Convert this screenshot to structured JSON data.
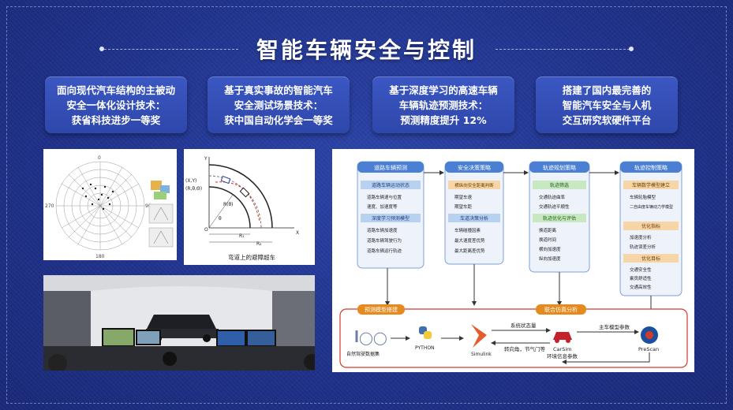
{
  "title": "智能车辆安全与控制",
  "cards": [
    {
      "lines": [
        "面向现代汽车结构的主被动",
        "安全一体化设计技术：",
        "获省科技进步一等奖"
      ]
    },
    {
      "lines": [
        "基于真实事故的智能汽车",
        "安全测试场景技术：",
        "获中国自动化学会一等奖"
      ]
    },
    {
      "lines": [
        "基于深度学习的高速车辆",
        "车辆轨迹预测技术：",
        "预测精度提升 12%"
      ]
    },
    {
      "lines": [
        "搭建了国内最完善的",
        "智能汽车安全与人机",
        "交互研究软硬件平台"
      ]
    }
  ],
  "road_figure": {
    "caption": "弯道上的避障超车",
    "labels": {
      "y": "Y",
      "x": "X",
      "origin": "O",
      "p1": "(X,Y)",
      "p2": "(R,θ,Θ)",
      "r": "R(θ)",
      "theta": "θ",
      "r1": "R₁",
      "r2": "R₂"
    }
  },
  "polar_figure": {
    "labels": {
      "top": "0",
      "right": "90",
      "left": "270",
      "bottom": "180"
    }
  },
  "diagram": {
    "columns": [
      {
        "header": "道路车辆预测",
        "sections": [
          {
            "title": "道路车辆运动状态",
            "items": [
              "道路车辆速与位置",
              "速度、加速度等"
            ]
          },
          {
            "title": "深度学习预测模型",
            "items": [
              "道路车辆加速度",
              "道路车辆驾驶行为",
              "道路车辆运行轨迹"
            ]
          }
        ]
      },
      {
        "header": "安全决策策略",
        "sections": [
          {
            "title": "横纵向安全距离判断",
            "items": [
              "期望车速",
              "期望车距"
            ]
          },
          {
            "title": "车道决策分析",
            "items": [
              "车辆碰撞因素",
              "最大速度差优势",
              "最大距离差优势"
            ]
          }
        ]
      },
      {
        "header": "轨迹规划策略",
        "sections": [
          {
            "title": "轨迹筛选",
            "items": [
              "交通轨迹曲率",
              "交通轨迹平顺性"
            ]
          },
          {
            "title": "轨迹优化与评估",
            "items": [
              "换道距离",
              "换道时间",
              "横向加速度",
              "纵向加速度"
            ]
          }
        ]
      },
      {
        "header": "轨迹控制策略",
        "sections": [
          {
            "title": "车辆数学模型建立",
            "items": [
              "车辆轮胎模型",
              "二自由度车辆动力学模型"
            ]
          },
          {
            "title": "优化指标",
            "items": [
              "加速度分析",
              "轨迹误差分析"
            ]
          },
          {
            "title": "优化目标",
            "items": [
              "交通安全性",
              "乘员舒适性",
              "交通高效性"
            ]
          }
        ]
      }
    ],
    "bottom": {
      "left_title": "预测模型搭建",
      "right_title": "联合仿真分析",
      "dataset_label": "自然驾驶数据集",
      "python_label": "PYTHON",
      "simulink_label": "Simulink",
      "carsim_label": "CarSim",
      "prescan_label": "PreScan",
      "flow1": "系统状态量",
      "flow2": "转向角，节气门等",
      "flow3": "主车模型参数",
      "flow4": "环境信息参数"
    }
  },
  "colors": {
    "bg": "#21348f",
    "card": "#3453bd",
    "accent_blue": "#4a7fd4",
    "red": "#d23a2a",
    "light_blue": "#cfe1f7"
  }
}
